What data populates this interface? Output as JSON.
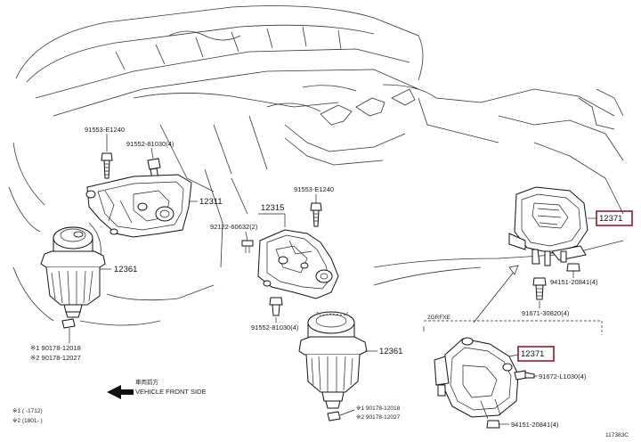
{
  "labels": {
    "p91553_left": "91553-E1240",
    "p91552_left": "91552-81030(4)",
    "p12311": "12311",
    "p12361_left": "12361",
    "p90178_1": "※1 90178-12018",
    "p90178_2": "※2 90178-12027",
    "p12315": "12315",
    "p91553_mid": "91553-E1240",
    "p92122": "92122-60632(2)",
    "p91552_mid": "91552-81030(4)",
    "p12361_mid": "12361",
    "p90178_3": "※1 90178-12018",
    "p90178_4": "※2 90178-12027",
    "p12371_top": "12371",
    "p94151_top": "94151-20841(4)",
    "p91671": "91671-30820(4)",
    "engine_code": "2GRFXE",
    "p12371_bot": "12371",
    "p91672": "91672-L1030(4)",
    "p94151_bot": "94151-20841(4)",
    "front_jp": "車両前方",
    "front_en": "VEHICLE FRONT SIDE",
    "note1": "※1 (    -1712)",
    "note2": "※2 (1801-    )",
    "figure_id": "117383C"
  },
  "colors": {
    "highlight": "#8b1c2c",
    "line": "#222222"
  }
}
